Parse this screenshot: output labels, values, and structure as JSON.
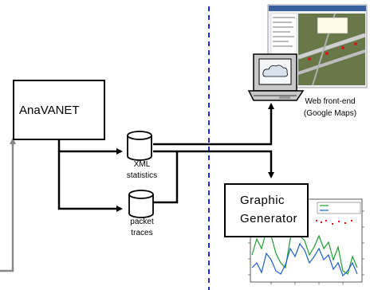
{
  "nodes": {
    "anavanet": "AnaVANET",
    "xml_db": "XML\nstatistics",
    "packet_db": "packet\ntraces",
    "graphic_generator": "Graphic\nGenerator",
    "web_frontend": "Web front-end\n(Google Maps)"
  },
  "colors": {
    "divider": "#1a2fd6",
    "line": "#000000",
    "incoming_arrow": "#888888",
    "cloud": "#d9e2ec",
    "map_bg": "#5b6b3a",
    "chart_green": "#1f9e2f",
    "chart_blue": "#1b5fd0",
    "chart_red": "#d21a1a"
  },
  "icons": {
    "computer": "computer-icon",
    "cloud": "cloud-icon",
    "xml_db": "database-icon",
    "packet_db": "database-icon"
  }
}
